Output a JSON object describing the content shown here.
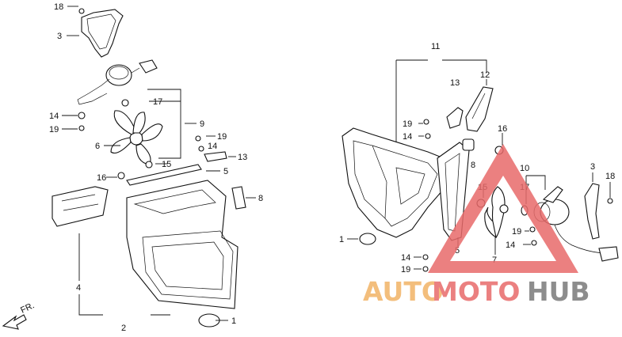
{
  "diagram": {
    "left_labels": [
      "18",
      "3",
      "17",
      "14",
      "19",
      "6",
      "9",
      "19",
      "14",
      "13",
      "15",
      "16",
      "5",
      "8",
      "4",
      "2",
      "1"
    ],
    "right_labels": [
      "11",
      "13",
      "12",
      "19",
      "14",
      "16",
      "8",
      "10",
      "17",
      "15",
      "3",
      "18",
      "1",
      "19",
      "14",
      "5",
      "7",
      "14",
      "19"
    ],
    "direction_label": "FR."
  },
  "watermark": {
    "text_part1": "AUTO",
    "text_part2": "MOTO",
    "text_part3": "HUB",
    "color_main": "#f2b366",
    "color_accent": "#e86a6a",
    "color_dark": "#7a7a7a"
  }
}
